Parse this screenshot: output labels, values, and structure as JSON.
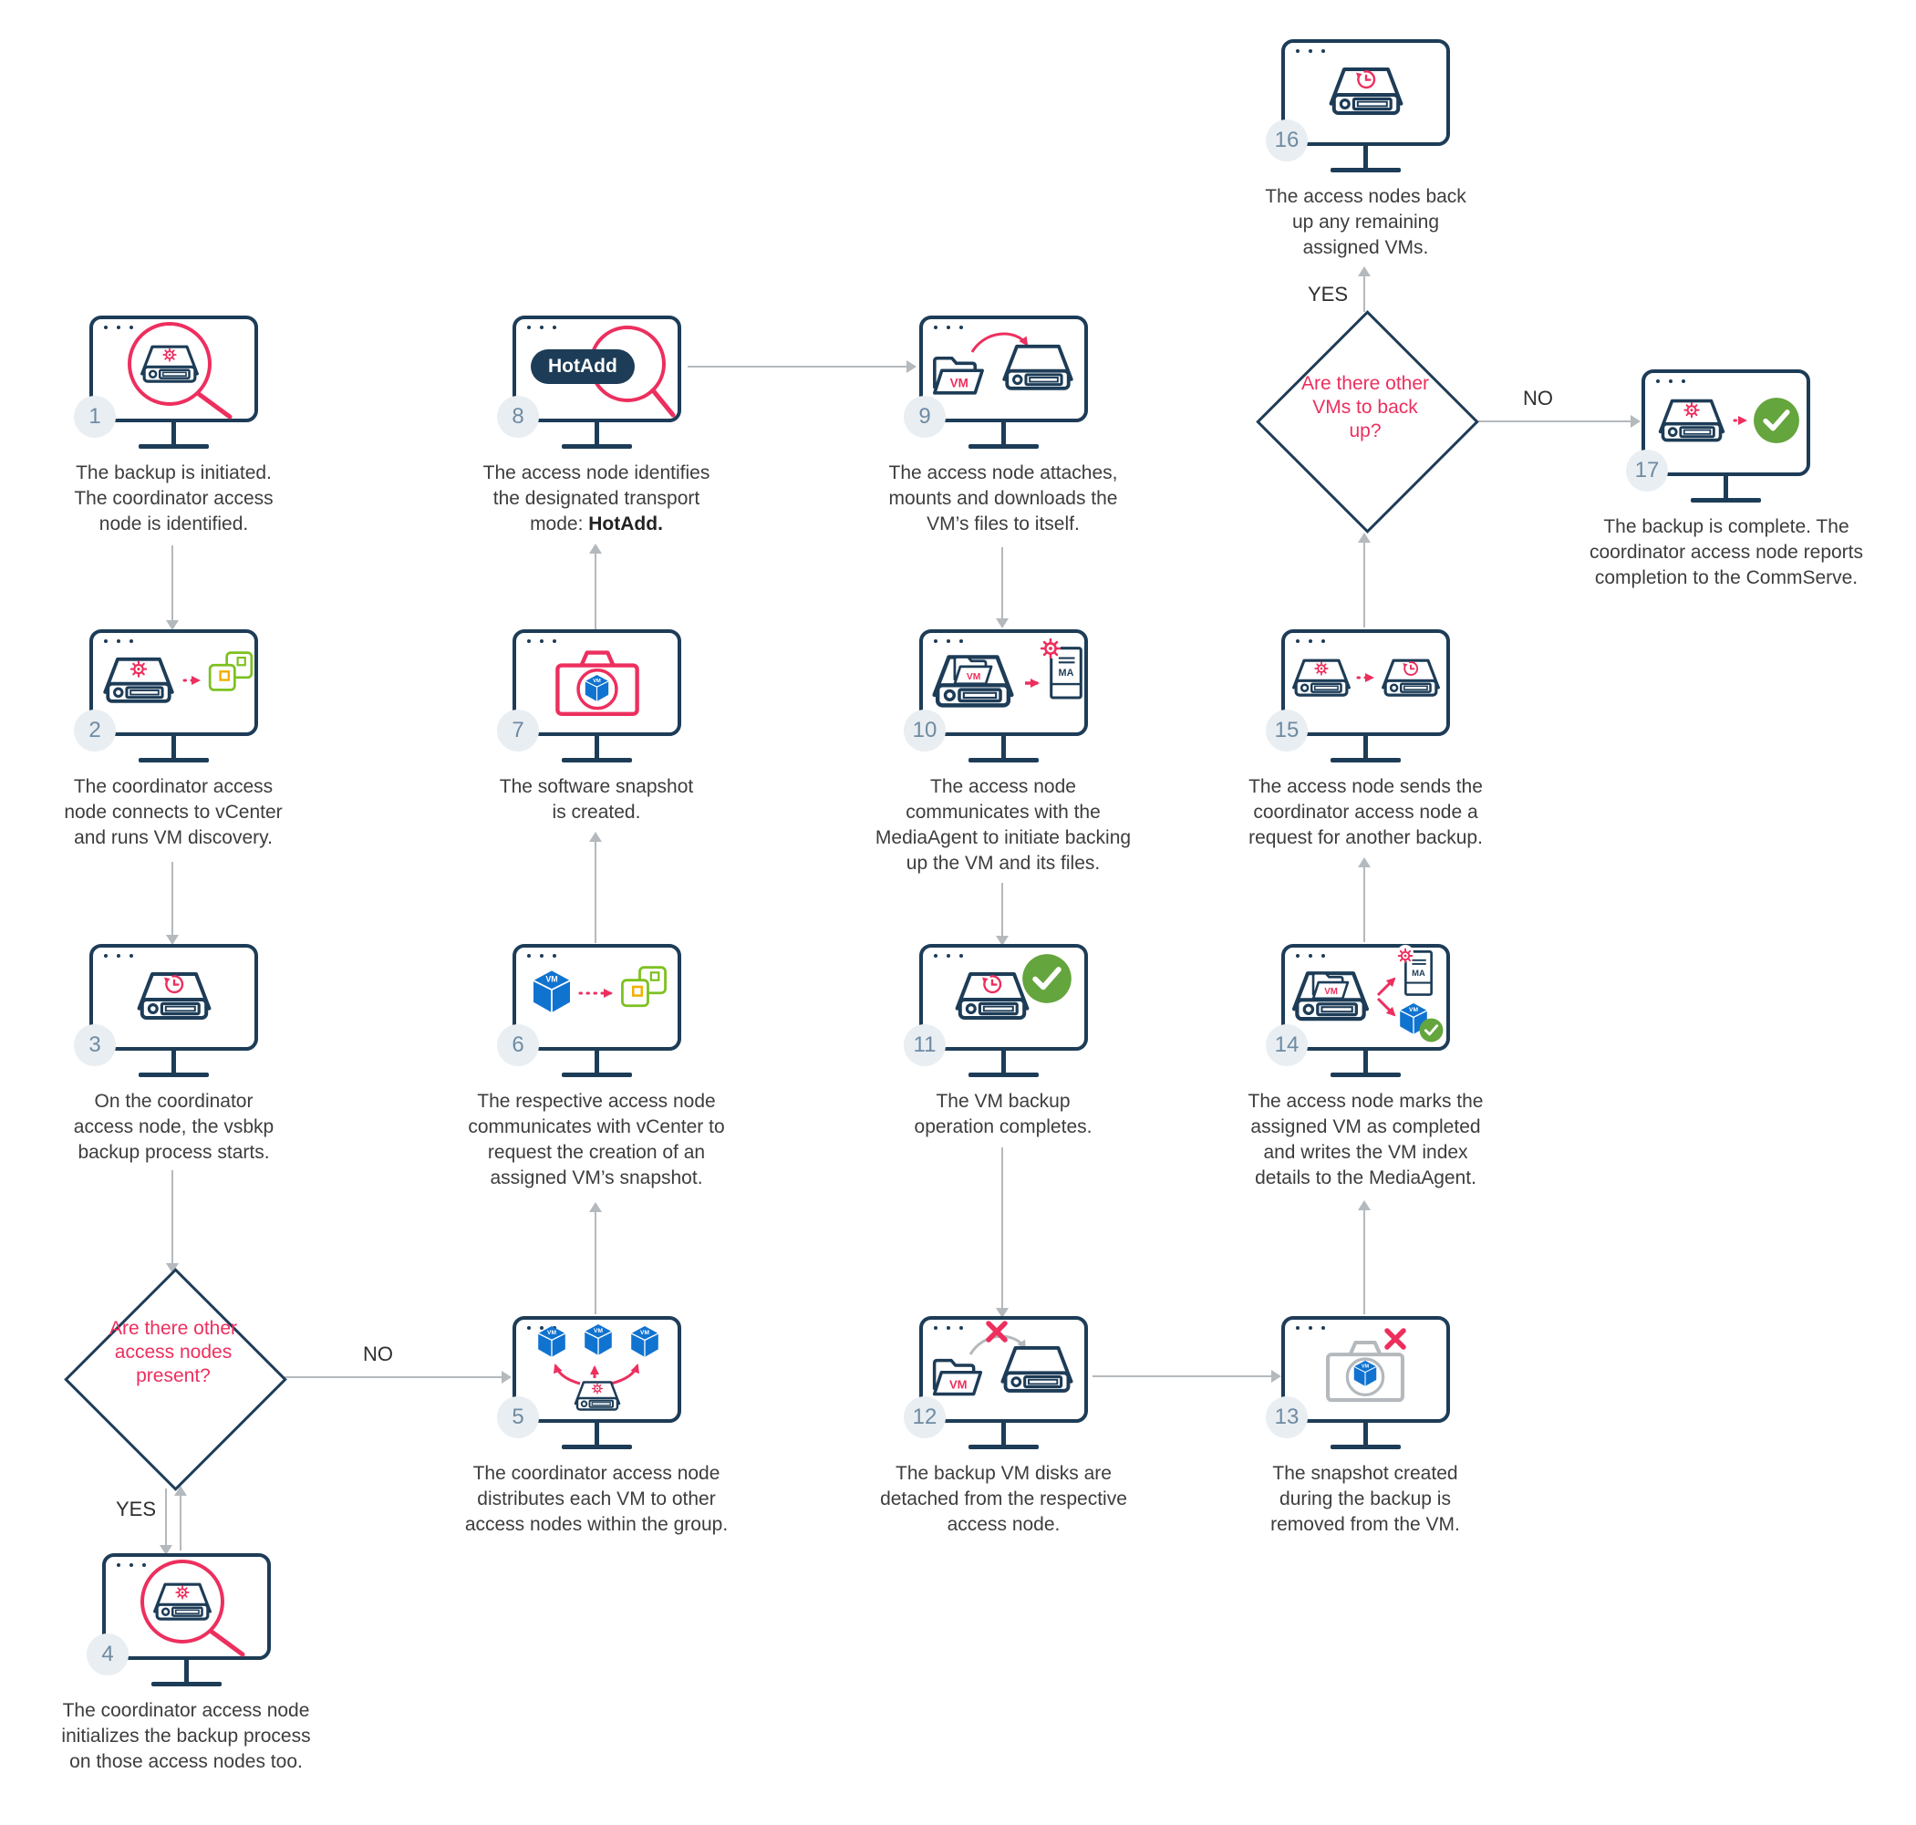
{
  "colors": {
    "navy": "#1d3c57",
    "pink": "#ed2f5e",
    "green": "#64a53d",
    "lime": "#7dc11f",
    "amber": "#f2af00",
    "blue": "#1073d0",
    "gray": "#b4b9bd",
    "ink": "#3d3d3d",
    "badgeBg": "#e9eef2",
    "badgeText": "#6e8ba3"
  },
  "labels": {
    "vm": "VM",
    "ma": "MA",
    "hotadd": "HotAdd"
  },
  "decisions": {
    "d1": {
      "question": "Are there other access nodes present?",
      "yes": "YES",
      "no": "NO"
    },
    "d2": {
      "question": "Are there other VMs to back up?",
      "yes": "YES",
      "no": "NO"
    }
  },
  "steps": {
    "s1": {
      "num": "1",
      "icon": "magnifier-over-access-node",
      "label": "The backup is initiated. The coordinator access node is identified."
    },
    "s2": {
      "num": "2",
      "icon": "access-node-to-vcenter",
      "label": "The coordinator access node connects to vCenter and runs VM discovery."
    },
    "s3": {
      "num": "3",
      "icon": "access-node-restore-clock",
      "label": "On the coordinator access node, the vsbkp backup process starts."
    },
    "s4": {
      "num": "4",
      "icon": "magnifier-over-access-node",
      "label": "The coordinator access node initializes the backup process on those access nodes too."
    },
    "s5": {
      "num": "5",
      "icon": "server-distributes-vms",
      "label": "The coordinator access node distributes each VM to other access nodes within the group."
    },
    "s6": {
      "num": "6",
      "icon": "vm-cube-to-vcenter",
      "label": "The respective access node communicates with vCenter to request the creation of an assigned VM’s snapshot."
    },
    "s7": {
      "num": "7",
      "icon": "snapshot-camera-vm",
      "label": "The software snapshot is created."
    },
    "s8": {
      "num": "8",
      "icon": "hotadd-magnifier",
      "label": "The access node identifies the designated transport mode: ",
      "label_bold": "HotAdd."
    },
    "s9": {
      "num": "9",
      "icon": "vm-folder-mounts-to-server",
      "label": "The access node attaches, mounts and downloads the VM’s files to itself."
    },
    "s10": {
      "num": "10",
      "icon": "server-vm-to-mediaagent",
      "label": "The access node communicates with the MediaAgent to initiate backing up the VM and its files."
    },
    "s11": {
      "num": "11",
      "icon": "server-restore-check",
      "label": "The VM backup operation completes."
    },
    "s12": {
      "num": "12",
      "icon": "vm-folder-detach-from-server",
      "label": "The backup VM disks are detached from the respective access node."
    },
    "s13": {
      "num": "13",
      "icon": "snapshot-camera-removed",
      "label": "The snapshot created during the backup is removed from the VM."
    },
    "s14": {
      "num": "14",
      "icon": "server-marks-vm-complete",
      "label": "The access node marks the assigned VM as completed and writes the VM index details to the MediaAgent."
    },
    "s15": {
      "num": "15",
      "icon": "server-requests-backup",
      "label": "The access node sends the coordinator access node a request for another backup."
    },
    "s16": {
      "num": "16",
      "icon": "access-node-restore-clock",
      "label": "The access nodes back up any remaining assigned VMs."
    },
    "s17": {
      "num": "17",
      "icon": "server-complete-check",
      "label": "The backup is complete. The coordinator access node reports completion to the CommServe."
    }
  }
}
